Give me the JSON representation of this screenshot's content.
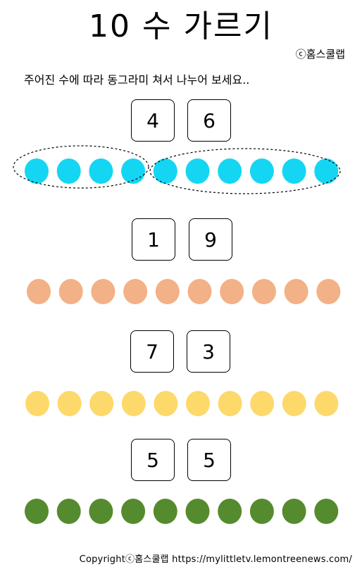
{
  "title": "10 수 가르기",
  "brand": "ⓒ홈스쿨랩",
  "instruction": "주어진 수에 따라 동그라미 쳐서 나누어 보세요..",
  "problems": [
    {
      "left": "4",
      "right": "6",
      "dot_color": "#14d6f3",
      "dot_count": 10,
      "solved": true
    },
    {
      "left": "1",
      "right": "9",
      "dot_color": "#f2b186",
      "dot_count": 10,
      "solved": false
    },
    {
      "left": "7",
      "right": "3",
      "dot_color": "#fdd96b",
      "dot_count": 10,
      "solved": false
    },
    {
      "left": "5",
      "right": "5",
      "dot_color": "#558b2f",
      "dot_count": 10,
      "solved": false
    }
  ],
  "footer": "Copyrightⓒ홈스쿨랩 https://mylittletv.lemontreenews.com/"
}
